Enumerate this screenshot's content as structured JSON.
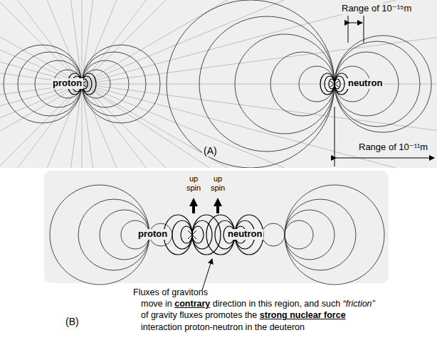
{
  "diagram": {
    "labels": [
      "Range of 10⁻¹⁵m",
      "proton",
      "neutron",
      "(A)",
      "Range of 10⁻¹¹m",
      "up spin",
      "up spin",
      "proton",
      "neutron",
      "Fluxes of gravitons",
      "move in",
      "contrary",
      "direction in this region, and such",
      "“friction”",
      "of gravity fluxes promotes the",
      "strong nuclear force",
      "interaction proton-neutron in the deuteron",
      "(B)"
    ]
  }
}
